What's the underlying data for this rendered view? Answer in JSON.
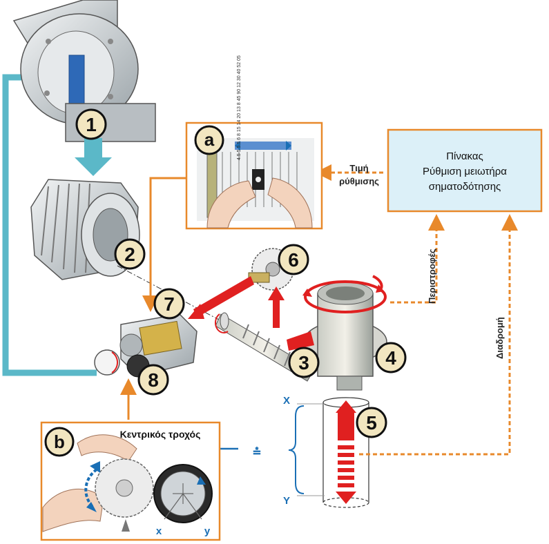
{
  "control_box": {
    "line1": "Πίνακας",
    "line2": "Ρύθμιση μειωτήρα",
    "line3": "σηματοδότησης"
  },
  "labels": {
    "setting_value_1": "Τιμή",
    "setting_value_2": "ρύθμισης",
    "revolutions": "Περιστροφές",
    "travel": "Διαδρομή",
    "central_wheel": "Κεντρικός τροχός",
    "x_upper": "X",
    "y_upper": "Y",
    "x_lower": "x",
    "y_lower": "y",
    "symbol": "⩮"
  },
  "numbers": [
    "1",
    "2",
    "3",
    "4",
    "5",
    "6",
    "7",
    "8"
  ],
  "letters": [
    "a",
    "b"
  ],
  "scale_values": "4.5 5 5.5 6 8 15 14 20 13 8 45 90 12 30 40 52 05",
  "colors": {
    "orange": "#e8892b",
    "teal": "#5bb8c8",
    "red": "#e02020",
    "blue": "#1a6fb5",
    "box_fill": "#dcf0f8",
    "badge_fill": "#f2e6c0"
  }
}
